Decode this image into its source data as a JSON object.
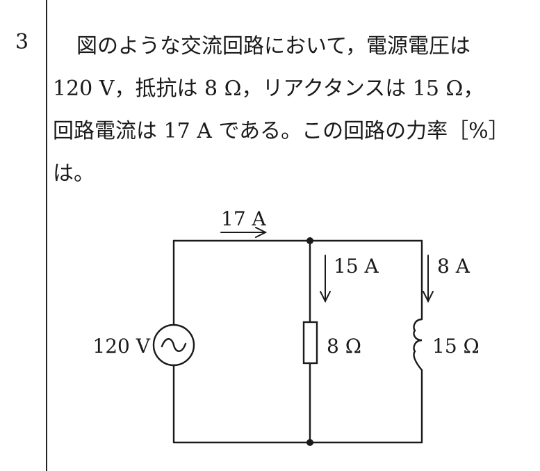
{
  "question": {
    "number": "3",
    "lines": [
      "図のような交流回路において，電源電圧は",
      "120 V，抵抗は 8 Ω，リアクタンスは 15 Ω，",
      "回路電流は 17 A である。この回路の力率［%］",
      "は。"
    ]
  },
  "circuit": {
    "total_current": "17 A",
    "source_voltage": "120 V",
    "resistor_current": "15 A",
    "inductor_current": "8 A",
    "resistance": "8 Ω",
    "reactance": "15 Ω"
  }
}
